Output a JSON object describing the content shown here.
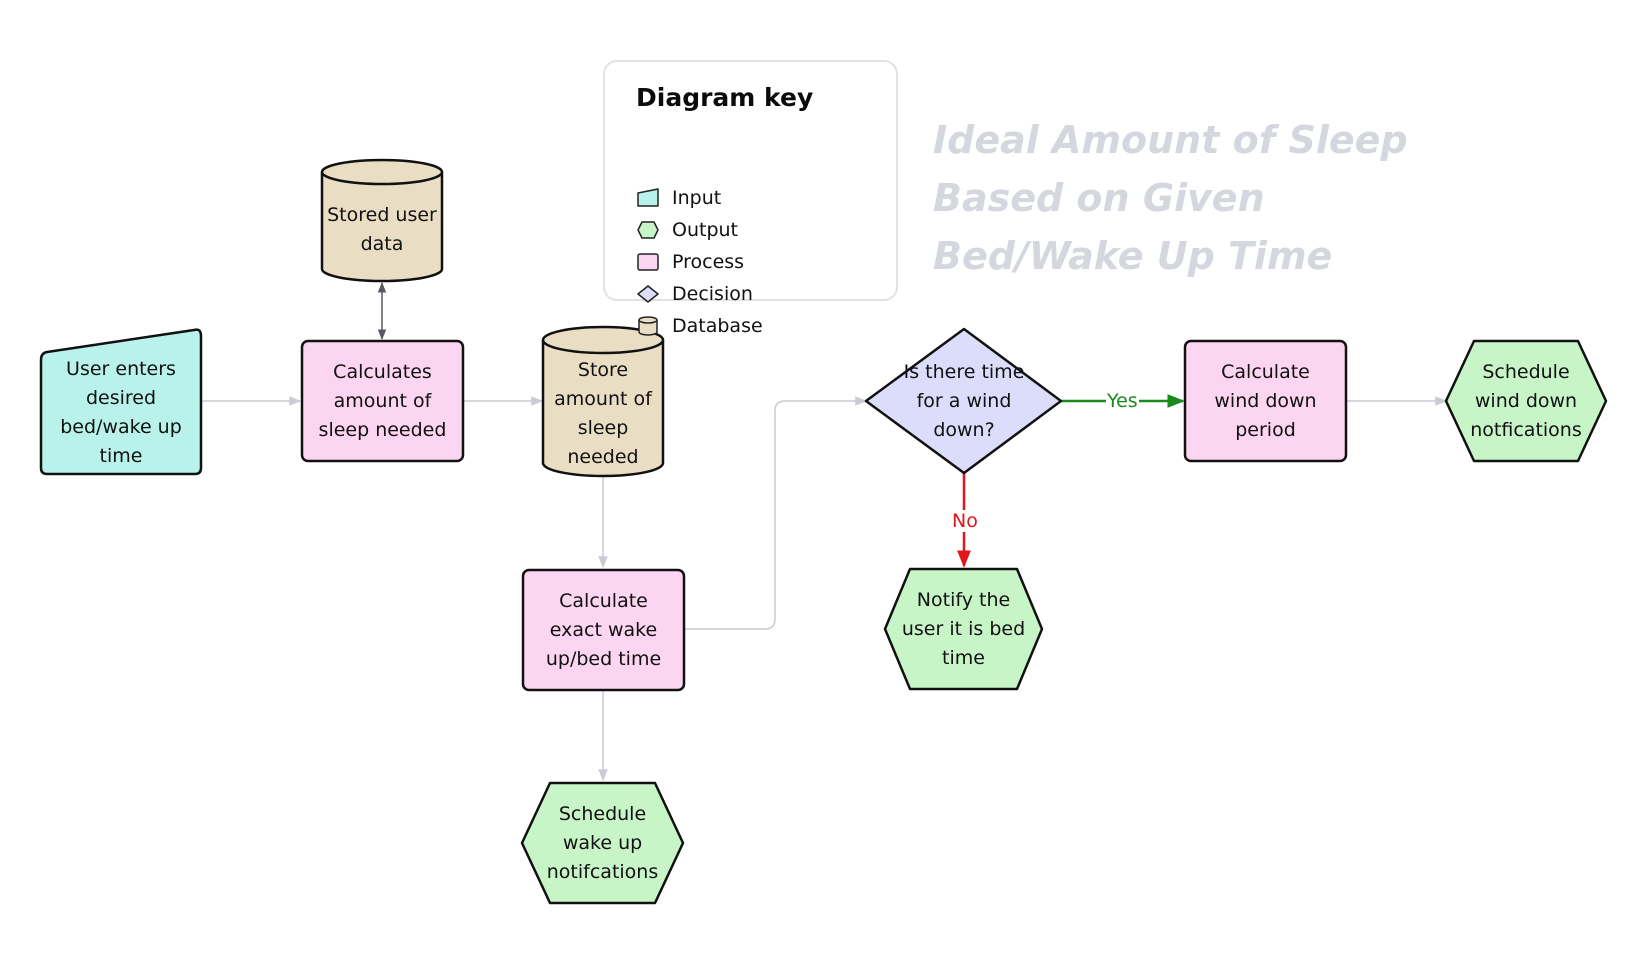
{
  "title_lines": [
    "Ideal Amount of Sleep",
    "Based on Given",
    "Bed/Wake Up Time"
  ],
  "legend": {
    "title": "Diagram key",
    "items": [
      {
        "label": "Input",
        "shape": "input-shape-icon"
      },
      {
        "label": "Output",
        "shape": "hexagon-icon"
      },
      {
        "label": "Process",
        "shape": "process-box-icon"
      },
      {
        "label": "Decision",
        "shape": "diamond-icon"
      },
      {
        "label": "Database",
        "shape": "cylinder-icon"
      }
    ]
  },
  "nodes": {
    "user_input": {
      "lines": [
        "User enters",
        "desired",
        "bed/wake up",
        "time"
      ]
    },
    "stored_data": {
      "lines": [
        "Stored user",
        "data"
      ]
    },
    "calc_amount": {
      "lines": [
        "Calculates",
        "amount of",
        "sleep needed"
      ]
    },
    "store_amount": {
      "lines": [
        "Store",
        "amount of",
        "sleep",
        "needed"
      ]
    },
    "calc_exact": {
      "lines": [
        "Calculate",
        "exact wake",
        "up/bed time"
      ]
    },
    "schedule_wake": {
      "lines": [
        "Schedule",
        "wake up",
        "notifcations"
      ]
    },
    "decision": {
      "lines": [
        "Is there time",
        "for a wind",
        "down?"
      ]
    },
    "notify": {
      "lines": [
        "Notify the",
        "user it is bed",
        "time"
      ]
    },
    "calc_wind": {
      "lines": [
        "Calculate",
        "wind down",
        "period"
      ]
    },
    "schedule_wind": {
      "lines": [
        "Schedule",
        "wind down",
        "notfications"
      ]
    }
  },
  "edges": {
    "yes_label": "Yes",
    "no_label": "No"
  },
  "colors": {
    "input": "#b8f2ea",
    "output": "#c7f5c8",
    "process": "#fcd5f1",
    "decision": "#dcdcfb",
    "database": "#e9dec4",
    "stroke": "#111111",
    "edge": "#c9ccd2",
    "yes": "#1a8a1a",
    "no": "#e0161b",
    "title": "#d4d7de"
  }
}
